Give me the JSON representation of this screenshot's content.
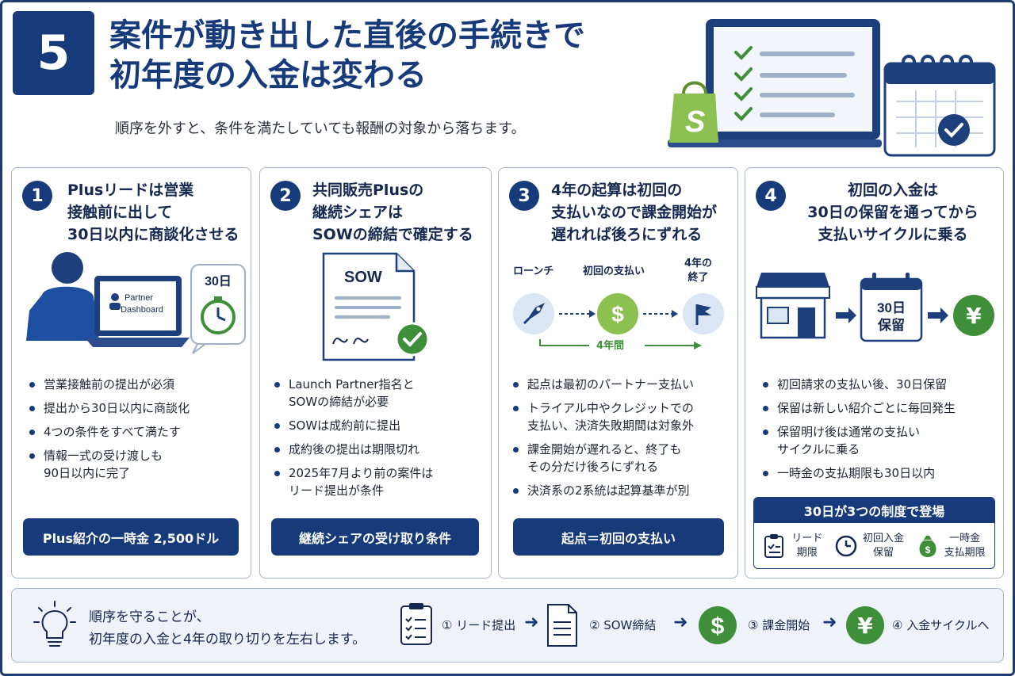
{
  "header": {
    "number": "5",
    "title_line1": "案件が動き出した直後の手続きで",
    "title_line2": "初年度の入金は変わる",
    "subtitle": "順序を外すと、条件を満たしていても報酬の対象から落ちます。"
  },
  "cards": [
    {
      "number": "1",
      "title_lines": [
        "Plusリードは営業",
        "接触前に出して",
        "30日以内に商談化させる"
      ],
      "illustration": {
        "screen_line1": "Partner",
        "screen_line2": "Dashboard",
        "badge": "30日"
      },
      "bullets": [
        "営業接触前の提出が必須",
        "提出から30日以内に商談化",
        "4つの条件をすべて満たす",
        "情報一式の受け渡しも\n90日以内に完了"
      ],
      "button": "Plus紹介の一時金 2,500ドル"
    },
    {
      "number": "2",
      "title_lines": [
        "共同販売Plusの",
        "継続シェアは",
        "SOWの締結で確定する"
      ],
      "illustration": {
        "doc_label": "SOW"
      },
      "bullets": [
        "Launch Partner指名と\nSOWの締結が必要",
        "SOWは成約前に提出",
        "成約後の提出は期限切れ",
        "2025年7月より前の案件は\nリード提出が条件"
      ],
      "button": "継続シェアの受け取り条件"
    },
    {
      "number": "3",
      "title_lines": [
        "4年の起算は初回の",
        "支払いなので課金開始が",
        "遅れれば後ろにずれる"
      ],
      "timeline": {
        "launch": "ローンチ",
        "first_payment": "初回の支払い",
        "end_line1": "4年の",
        "end_line2": "終了",
        "span": "4年間"
      },
      "bullets": [
        "起点は最初のパートナー支払い",
        "トライアル中やクレジットでの\n支払い、決済失敗期間は対象外",
        "課金開始が遅れると、終了も\nその分だけ後ろにずれる",
        "決済系の2系統は起算基準が別"
      ],
      "button": "起点＝初回の支払い"
    },
    {
      "number": "4",
      "title_lines": [
        "初回の入金は",
        "30日の保留を通ってから",
        "支払いサイクルに乗る"
      ],
      "illustration": {
        "calendar_line1": "30日",
        "calendar_line2": "保留"
      },
      "bullets": [
        "初回請求の支払い後、30日保留",
        "保留は新しい紹介ごとに毎回発生",
        "保留明け後は通常の支払い\nサイクルに乗る",
        "一時金の支払期限も30日以内"
      ],
      "system_box": {
        "title": "30日が3つの制度で登場",
        "items": [
          {
            "icon": "clipboard-icon",
            "line1": "リード",
            "line2": "期限"
          },
          {
            "icon": "clock-icon",
            "line1": "初回入金",
            "line2": "保留"
          },
          {
            "icon": "money-bag-icon",
            "line1": "一時金",
            "line2": "支払期限"
          }
        ]
      }
    }
  ],
  "footer": {
    "line1": "順序を守ることが、",
    "line2": "初年度の入金と4年の取り切りを左右します。",
    "steps": [
      "① リード提出",
      "② SOW締結",
      "③ 課金開始",
      "④ 入金サイクルへ"
    ]
  },
  "colors": {
    "navy": "#173b7a",
    "green": "#3f8f3a",
    "light_green": "#8cc152",
    "light_blue": "#dbe6f5"
  }
}
